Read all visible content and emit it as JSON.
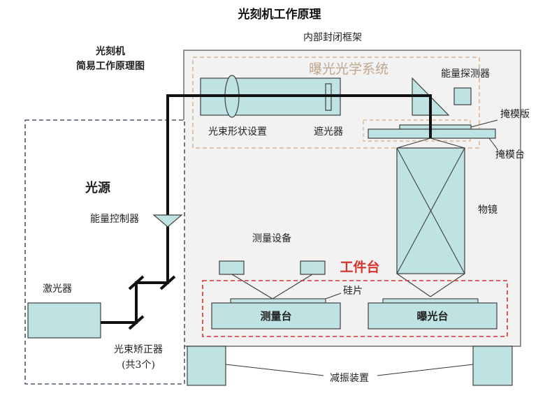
{
  "title": "光刻机工作原理",
  "subtitle_line1": "光刻机",
  "subtitle_line2": "简易工作原理图",
  "labels": {
    "inner_enclosure": "内部封闭框架",
    "exposure_optics": "曝光光学系统",
    "energy_detector": "能量探测器",
    "mask": "掩模版",
    "mask_stage": "掩模台",
    "beam_shaping": "光束形状设置",
    "shutter": "遮光器",
    "light_source": "光源",
    "energy_controller": "能量控制器",
    "objective_lens": "物镜",
    "measuring_device": "测量设备",
    "work_stage": "工件台",
    "wafer": "硅片",
    "laser": "激光器",
    "beam_corrector_line1": "光束矫正器",
    "beam_corrector_line2": "(共3个)",
    "measurement_stage": "测量台",
    "exposure_stage": "曝光台",
    "damping_device": "减振装置"
  },
  "colors": {
    "component_fill": "#bfe3e3",
    "component_stroke": "#3f3f3f",
    "frame_fill": "#f2f2f2",
    "frame_stroke": "#707070",
    "optics_box_stroke": "#d9b890",
    "optics_text": "#c0a58e",
    "work_stage_stroke": "#d6332f",
    "work_stage_text": "#d6332f",
    "beam": "#111111",
    "label_text": "#222222"
  }
}
